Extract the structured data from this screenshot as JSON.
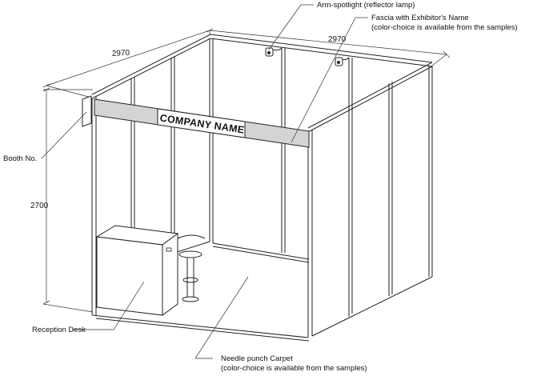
{
  "diagram": {
    "company_name": "COMPANY NAME",
    "dimensions": {
      "width_left": "2970",
      "width_right": "2970",
      "height": "2700"
    },
    "labels": {
      "arm_spotlight": "Arm-spotlight (reflector lamp)",
      "fascia_line1": "Fascia with Exhibitor's Name",
      "fascia_line2": "(color-choice is available from the samples)",
      "booth_no": "Booth No.",
      "reception_desk": "Reception Desk",
      "carpet_line1": "Needle punch Carpet",
      "carpet_line2": "(color-choice is available from the samples)"
    },
    "colors": {
      "fascia_gray": "#d4d4d4",
      "line": "#222222"
    }
  }
}
